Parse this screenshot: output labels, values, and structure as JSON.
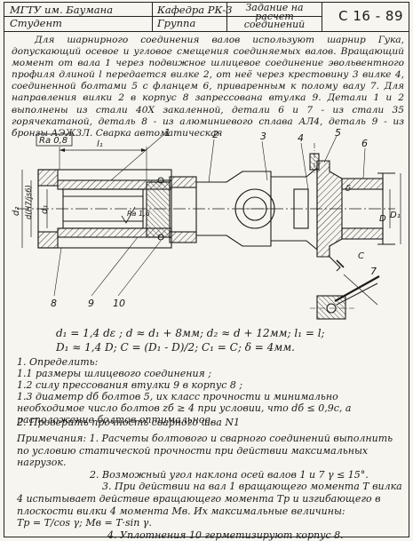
{
  "header": {
    "university": "МГТУ им. Баумана",
    "student": "Студент",
    "department": "Кафедра РК-3",
    "group": "Группа",
    "task_title": "Задание на расчет соединений",
    "code": "С 16 - 89"
  },
  "intro": "Для шарнирного соединения валов используют шарнир Гука, допускающий осевое и угловое смещения соединяемых валов. Вращающий момент от вала 1 через подвижное шлицевое соединение эвольвентного профиля длиной l передается вилке 2, от неё через крестовину 3 вилке 4, соединенной болтами 5 с фланцем 6, приваренным к полому валу 7. Для направления вилки 2 в корпус 8 запрессована втулка 9. Детали 1 и 2 выполнены из стали 40Х закаленной, детали 6 и 7 - из стали 35 горячекатаной, деталь 8 - из алюминиевого сплава АЛ4, деталь 9 - из бронзы АЭЖ3Л. Сварка автоматическая",
  "drawing": {
    "roughness": "Ra 0,8",
    "callouts": [
      "1",
      "2",
      "3",
      "4",
      "5",
      "6",
      "7",
      "8",
      "9",
      "10"
    ],
    "dims": {
      "l1": "l₁",
      "d2": "d₂",
      "dfit": "d(H7/js6)",
      "d1": "d₁",
      "dlab": "d",
      "d1r": "d₁",
      "D1": "D₁",
      "D": "D",
      "C": "C",
      "delta": "δ",
      "weld": "N1",
      "ra16": "Ra 1,6"
    }
  },
  "formulas": {
    "line1": "d₁ = 1,4 dε ;  d ≈ d₁ + 8мм;  d₂ ≈ d + 12мм;  l₁ = l;",
    "line2": "D₁ ≈ 1,4 D;  C = (D₁ - D)/2;  C₁ = C;    δ = 4мм."
  },
  "tasks": {
    "title": "1. Определить:",
    "t1": "1.1 размеры шлицевого соединения ;",
    "t2": "1.2 силу прессования втулки 9 в корпус 8 ;",
    "t3": "1.3 диаметр dб болтов 5, их класс прочности и минимально необходимое число болтов zб ≥ 4 при условии, что dб ≤ 0,9с, а расположение болтов оптимальное.",
    "t4": "2. Проверить прочность сварного шва N1"
  },
  "notes": {
    "n1": "Примечания: 1. Расчеты болтового и сварного соединений выполнить по условию статической прочности при действии максимальных нагрузок.",
    "n2": "2. Возможный угол наклона осей валов 1 и 7  γ ≤ 15°.",
    "n3": "3. При действии на вал 1 вращающего момента T вилка 4 испытывает действие вращающего момента Tр и изгибающего в плоскости вилки 4 момента Mв. Их максимальные величины:",
    "n4": "Tр = T/cos γ;   Mв = T·sin γ.",
    "n5": "4. Уплотнения 10 герметизируют корпус 8."
  }
}
